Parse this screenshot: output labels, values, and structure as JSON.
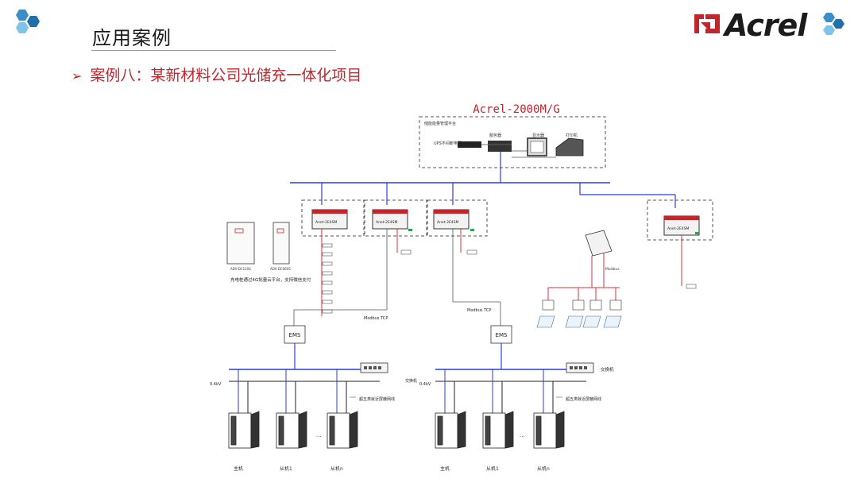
{
  "slide": {
    "title": "应用案例",
    "case_arrow": "➢",
    "case_title": "案例八：某新材料公司光储充一体化项目"
  },
  "logo": {
    "brand": "Acrel",
    "icon": "hex-cluster-icon"
  },
  "diagram": {
    "platform_title": "Acrel-2000M/G",
    "platform_box_label": "储能能量管理平台",
    "ups_label": "UPS不间断电源",
    "server_label": "服务器",
    "monitor_label": "显示器",
    "printer_label": "打印机",
    "gateway_labels": [
      "Anet-2E4SM",
      "Anet-2E4SM",
      "Anet-2E4SM",
      "Anet-2E4SM"
    ],
    "charger_labels": [
      "ADV-DC120S",
      "ADV-DC060S"
    ],
    "charger_caption": "充电桩通过4G批量云平台，支持微信支付",
    "modbus_tcp_left": "Modbus TCP",
    "modbus_tcp_right": "Modbus TCP",
    "modbus_label": "Modbus",
    "ems_left": "EMS",
    "ems_right": "EMS",
    "bus_left": "0.4kV",
    "bus_right": "0.4kV",
    "switch_label": "交换机",
    "switch_label_left": "交换机",
    "fiber_left": "超五类就近屏蔽网线",
    "fiber_right": "超五类就近屏蔽网线",
    "cabinet_labels_left": [
      "主机",
      "从机1",
      "从机n"
    ],
    "cabinet_labels_right": [
      "主机",
      "从机1",
      "从机n"
    ],
    "ellipsis": "...",
    "colors": {
      "bus": "#2a3fd6",
      "line_red": "#d8323c",
      "line_gray": "#555555",
      "line_green": "#2fa34b",
      "title_red": "#c0272d"
    }
  }
}
